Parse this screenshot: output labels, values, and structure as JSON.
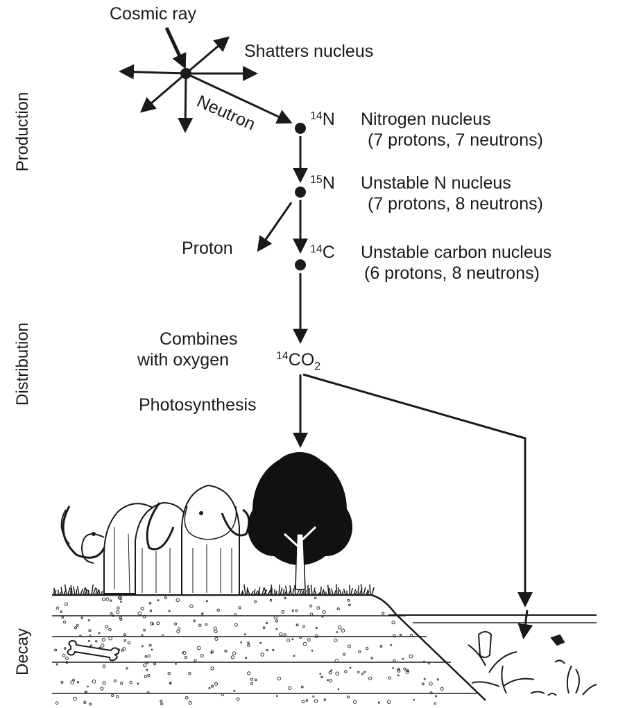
{
  "side_labels": {
    "production": "Production",
    "distribution": "Distribution",
    "decay": "Decay"
  },
  "labels": {
    "cosmic_ray": "Cosmic ray",
    "shatters_nucleus": "Shatters nucleus",
    "neutron": "Neutron",
    "proton": "Proton",
    "combines_line1": "Combines",
    "combines_line2": "with oxygen",
    "photosynthesis": "Photosynthesis"
  },
  "nuclei": [
    {
      "mass": "14",
      "symbol": "N",
      "name": "Nitrogen nucleus",
      "composition": "(7 protons, 7 neutrons)"
    },
    {
      "mass": "15",
      "symbol": "N",
      "name": "Unstable N nucleus",
      "composition": "(7 protons, 8 neutrons)"
    },
    {
      "mass": "14",
      "symbol": "C",
      "name": "Unstable carbon nucleus",
      "composition": "(6 protons, 8 neutrons)"
    }
  ],
  "co2": {
    "mass": "14",
    "formula": "CO",
    "subscript": "2"
  },
  "colors": {
    "ink": "#1a1a1a",
    "tree": "#111111",
    "background": "#ffffff"
  }
}
